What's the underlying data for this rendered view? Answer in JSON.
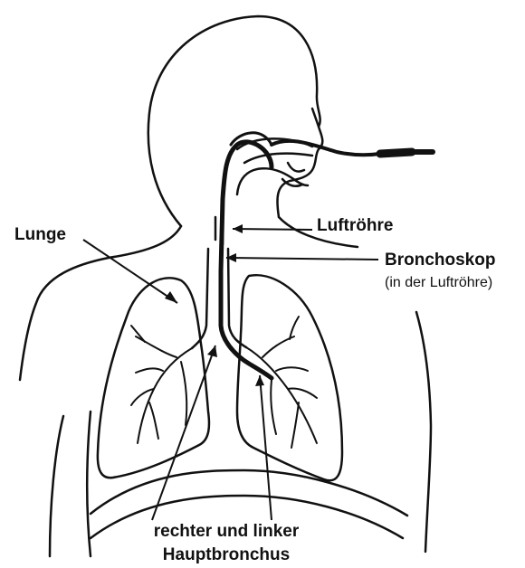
{
  "labels": {
    "lung": "Lunge",
    "trachea": "Luftröhre",
    "bronchoscope": "Bronchoskop",
    "bronchoscope_note": "(in der Luftröhre)",
    "bronchi_line1": "rechter und linker",
    "bronchi_line2": "Hauptbronchus"
  },
  "colors": {
    "ink": "#111111",
    "background": "#ffffff"
  }
}
